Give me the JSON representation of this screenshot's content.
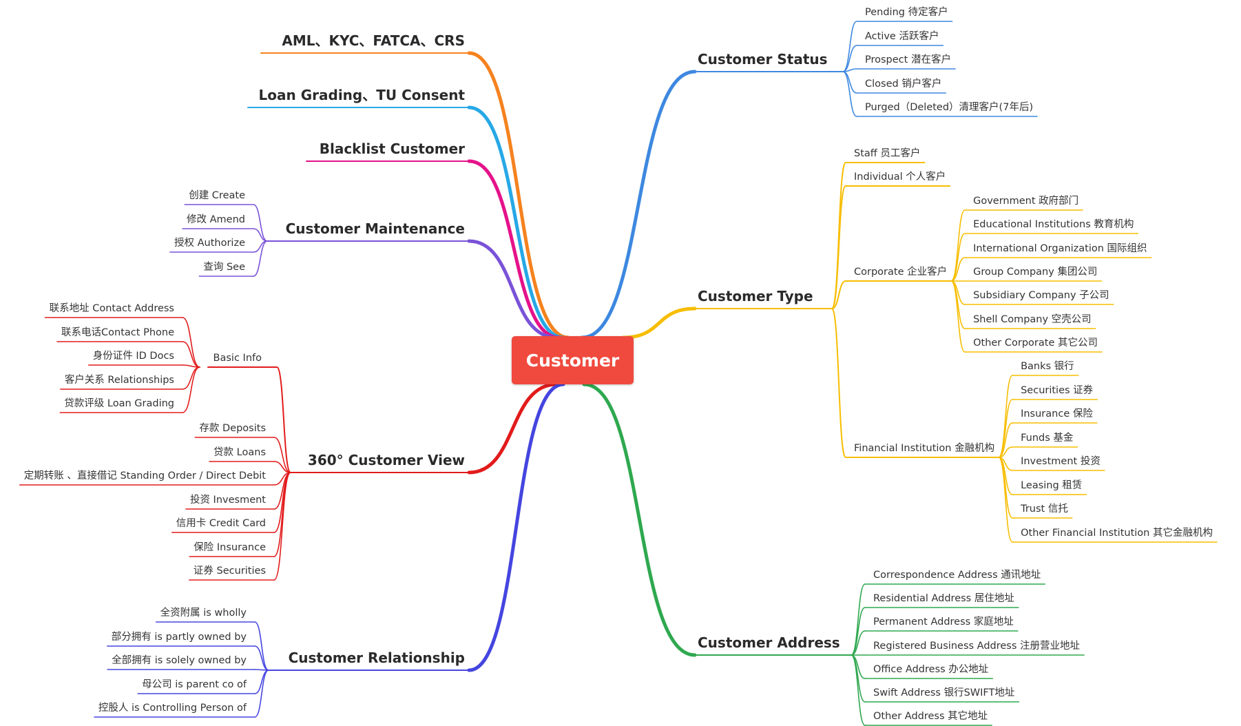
{
  "root": {
    "label": "Customer",
    "color": "#f04a3e"
  },
  "colors": {
    "aml": "#f5821f",
    "loan": "#27a8e6",
    "blacklist": "#e5128a",
    "maint": "#7a52d8",
    "view": "#e21b1b",
    "rel": "#4545e0",
    "status": "#3d88e0",
    "type": "#f7bd00",
    "address": "#2fa84f"
  },
  "left": {
    "aml": {
      "label": "AML、KYC、FATCA、CRS"
    },
    "loan": {
      "label": "Loan Grading、TU Consent"
    },
    "blacklist": {
      "label": "Blacklist Customer"
    },
    "maintenance": {
      "label": "Customer Maintenance",
      "items": [
        "创建 Create",
        "修改 Amend",
        "授权 Authorize",
        "查询 See"
      ]
    },
    "view": {
      "label": "360° Customer View",
      "basic_info": {
        "label": "Basic Info",
        "items": [
          "联系地址 Contact Address",
          "联系电话Contact Phone",
          "身份证件 ID Docs",
          "客户关系 Relationships",
          "贷款评级 Loan Grading"
        ]
      },
      "items": [
        "存款 Deposits",
        "贷款 Loans",
        "定期转账 、直接借记 Standing Order / Direct Debit",
        "投资 Invesment",
        "信用卡 Credit Card",
        "保险 Insurance",
        "证券 Securities"
      ]
    },
    "relationship": {
      "label": "Customer Relationship",
      "items": [
        "全资附属 is wholly",
        "部分拥有 is partly owned by",
        "全部拥有 is solely owned by",
        "母公司 is parent co of",
        "控股人 is Controlling Person of"
      ]
    }
  },
  "right": {
    "status": {
      "label": "Customer Status",
      "items": [
        "Pending 待定客户",
        "Active 活跃客户",
        "Prospect 潜在客户",
        "Closed 销户客户",
        "Purged（Deleted）清理客户(7年后)"
      ]
    },
    "type": {
      "label": "Customer Type",
      "staff": "Staff 员工客户",
      "individual": "Individual 个人客户",
      "corporate": {
        "label": "Corporate 企业客户",
        "items": [
          "Government 政府部门",
          "Educational Institutions 教育机构",
          "International Organization 国际组织",
          "Group Company 集团公司",
          "Subsidiary Company 子公司",
          "Shell Company 空壳公司",
          "Other Corporate 其它公司"
        ]
      },
      "financial": {
        "label": "Financial Institution 金融机构",
        "items": [
          "Banks 银行",
          "Securities 证券",
          "Insurance 保险",
          "Funds 基金",
          "Investment 投资",
          "Leasing 租赁",
          "Trust 信托",
          "Other Financial Institution 其它金融机构"
        ]
      }
    },
    "address": {
      "label": "Customer Address",
      "items": [
        "Correspondence Address 通讯地址",
        "Residential Address 居住地址",
        "Permanent Address 家庭地址",
        "Registered Business Address 注册营业地址",
        "Office Address 办公地址",
        "Swift Address 银行SWIFT地址",
        "Other Address 其它地址"
      ]
    }
  }
}
